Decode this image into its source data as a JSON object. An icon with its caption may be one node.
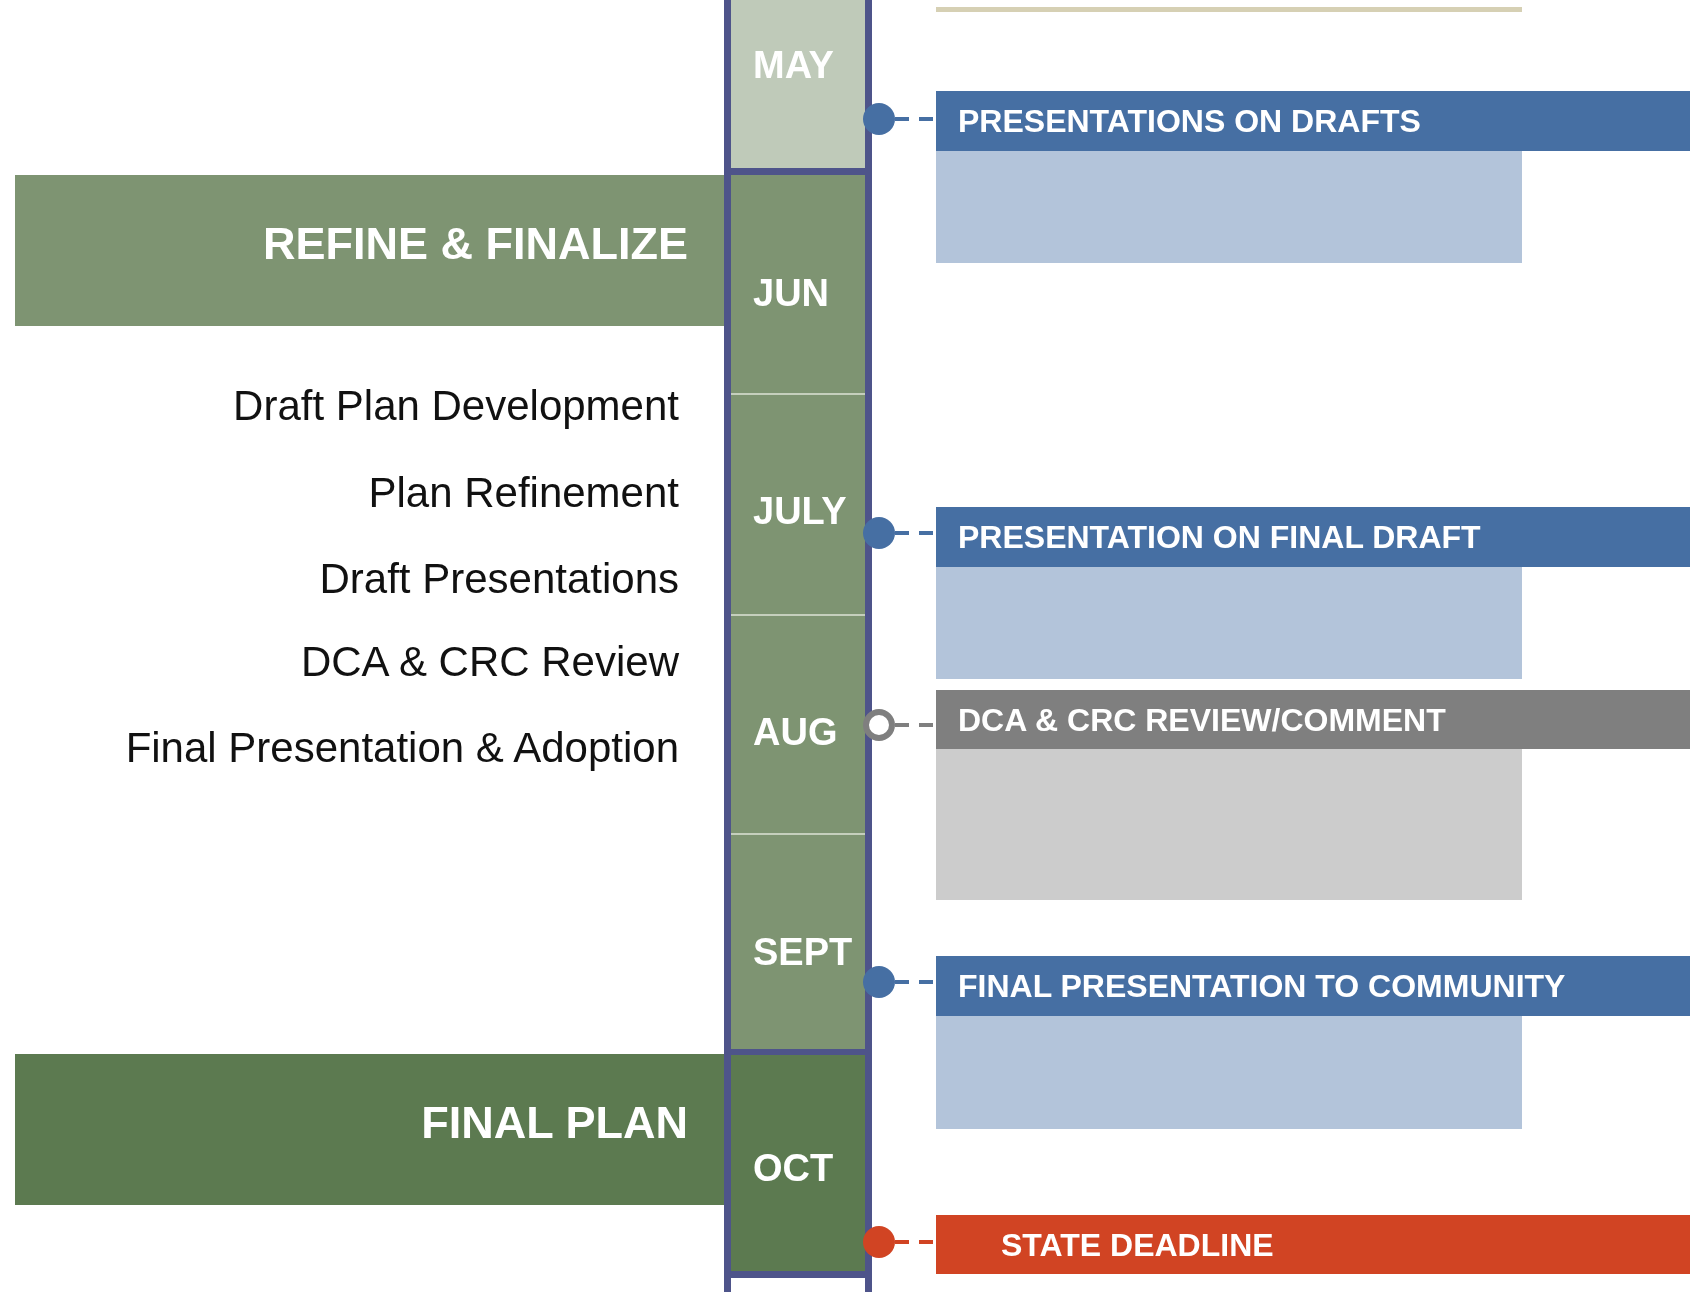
{
  "diagram": {
    "nodes": [
      {
        "text": [
          "MAY"
        ]
      },
      {
        "text": [
          "JUN"
        ]
      },
      {
        "text": [
          "JULY"
        ]
      },
      {
        "text": [
          "AUG"
        ]
      },
      {
        "text": [
          "SEPT"
        ]
      },
      {
        "text": [
          "OCT"
        ]
      },
      {
        "text": [],
        "shape": "box"
      },
      {
        "text": [
          "REFINE & FINALIZE"
        ]
      },
      {
        "text": [
          "FINAL PLAN"
        ]
      },
      {
        "text": [],
        "shape": "circle"
      },
      {
        "text": [],
        "shape": "circle"
      },
      {
        "text": [],
        "shape": "ring"
      },
      {
        "text": [],
        "shape": "circle"
      },
      {
        "text": [],
        "shape": "circle"
      },
      {
        "text": [
          "PRESENTATIONS ON DRAFTS"
        ]
      },
      {
        "text": [
          "PRESENTATION ON FINAL DRAFT"
        ]
      },
      {
        "text": [
          "DCA & CRC REVIEW/COMMENT"
        ]
      },
      {
        "text": [
          "FINAL PRESENTATION TO COMMUNITY"
        ]
      },
      {
        "text": [
          "STATE DEADLINE"
        ]
      },
      {
        "text": [],
        "shape": "box"
      },
      {
        "text": [],
        "shape": "box"
      },
      {
        "text": [],
        "shape": "box"
      },
      {
        "text": [],
        "shape": "box"
      }
    ],
    "edges": [
      {
        "from": 9,
        "to": 14,
        "arrow": "none",
        "style": "dashed"
      },
      {
        "from": 10,
        "to": 15,
        "arrow": "none",
        "style": "dashed"
      },
      {
        "from": 11,
        "to": 16,
        "arrow": "none",
        "style": "dashed",
        "color": "#7f7f7f"
      },
      {
        "from": 12,
        "to": 17,
        "arrow": "none",
        "style": "dashed"
      },
      {
        "from": 13,
        "to": 18,
        "arrow": "none",
        "style": "dashed",
        "color": "#d14423"
      }
    ],
    "labels": [
      "Draft Plan Development",
      "Plan Refinement",
      "Draft Presentations",
      "DCA & CRC Review",
      "Final Presentation & Adoption"
    ]
  }
}
